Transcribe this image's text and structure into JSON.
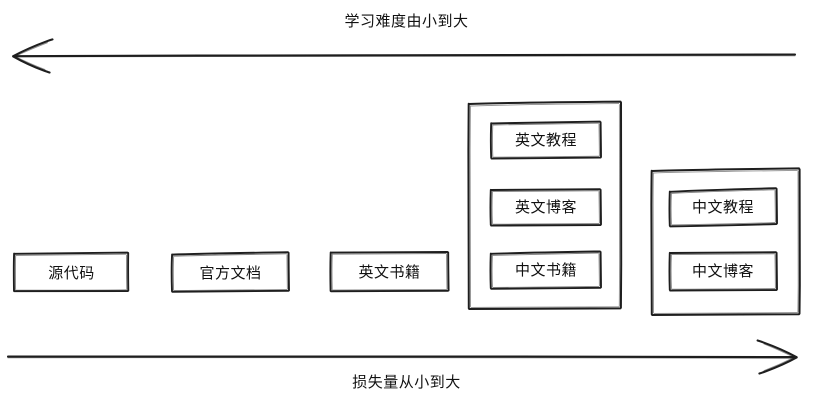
{
  "diagram": {
    "style": "hand-drawn-sketch",
    "stroke_color": "#1e1e1e",
    "background_color": "#ffffff",
    "top_axis": {
      "label": "学习难度由小到大",
      "direction": "left",
      "icon": "arrow-left-icon"
    },
    "bottom_axis": {
      "label": "损失量从小到大",
      "direction": "right",
      "icon": "arrow-right-icon"
    },
    "items": [
      {
        "id": "source-code",
        "label": "源代码",
        "grouped": false
      },
      {
        "id": "official-docs",
        "label": "官方文档",
        "grouped": false
      },
      {
        "id": "english-books",
        "label": "英文书籍",
        "grouped": false
      }
    ],
    "groups": [
      {
        "id": "group-1",
        "items": [
          {
            "id": "english-tutorial",
            "label": "英文教程"
          },
          {
            "id": "english-blog",
            "label": "英文博客"
          },
          {
            "id": "chinese-books",
            "label": "中文书籍"
          }
        ]
      },
      {
        "id": "group-2",
        "items": [
          {
            "id": "chinese-tutorial",
            "label": "中文教程"
          },
          {
            "id": "chinese-blog",
            "label": "中文博客"
          }
        ]
      }
    ]
  }
}
